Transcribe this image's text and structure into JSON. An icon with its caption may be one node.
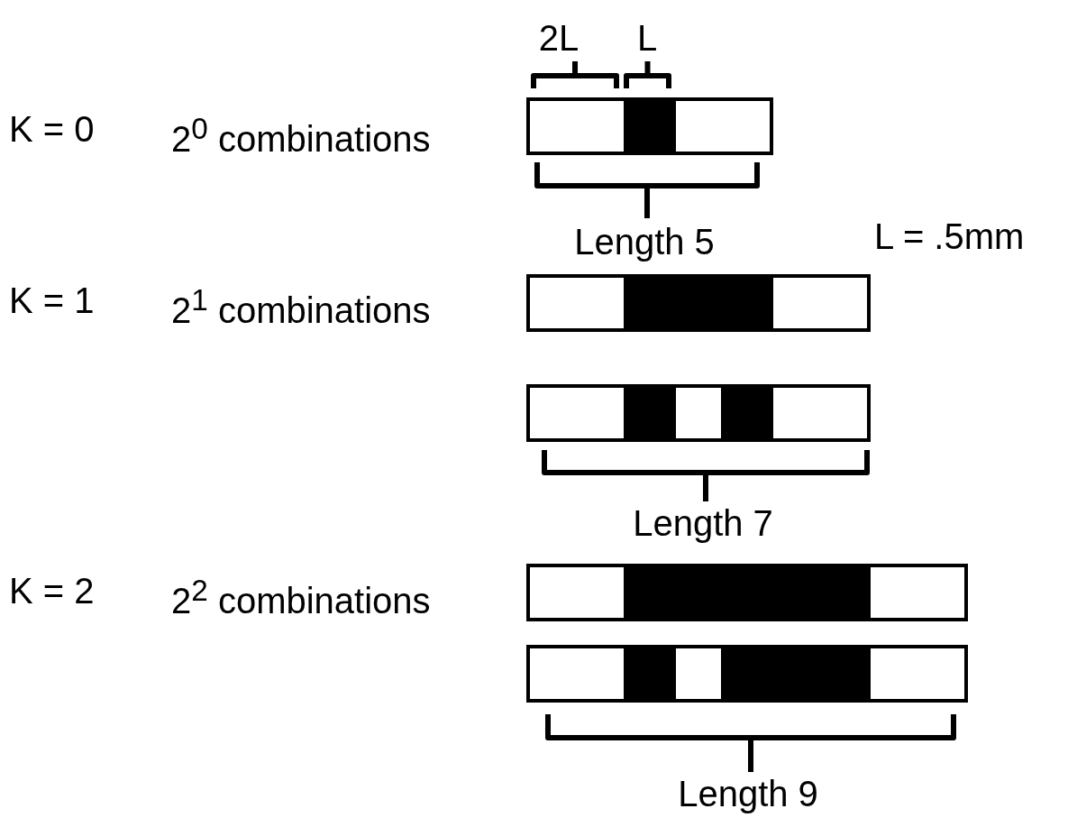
{
  "diagram": {
    "labels": [
      "2L",
      "L",
      "K = 0",
      "2$^{0}$ combinations",
      "Length 5",
      "L = .5mm",
      "K = 1",
      "2$^{1}$ combinations",
      "Length 7",
      "K = 2",
      "2$^{2}$ combinations",
      "Length 9"
    ]
  }
}
